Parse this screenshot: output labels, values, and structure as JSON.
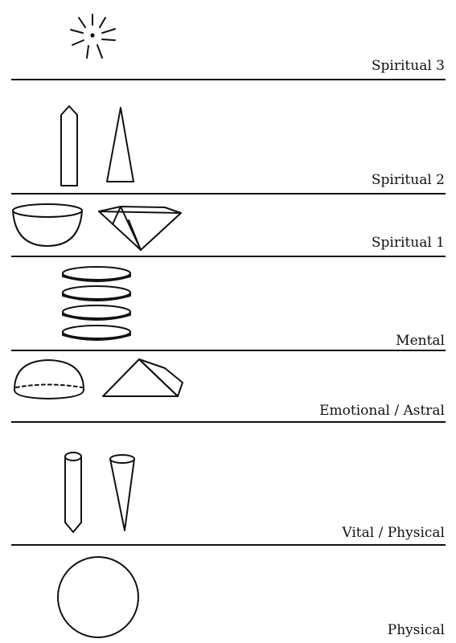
{
  "levels": [
    {
      "label": "Spiritual 3",
      "shapes": [
        "radiant-point"
      ]
    },
    {
      "label": "Spiritual 2",
      "shapes": [
        "tall-crystal",
        "tall-pyramid"
      ]
    },
    {
      "label": "Spiritual 1",
      "shapes": [
        "hemisphere-bowl",
        "inverted-pyramid"
      ]
    },
    {
      "label": "Mental",
      "shapes": [
        "stacked-discs"
      ]
    },
    {
      "label": "Emotional / Astral",
      "shapes": [
        "hemisphere-dome",
        "pyramid"
      ]
    },
    {
      "label": "Vital / Physical",
      "shapes": [
        "pointed-cylinder",
        "cone"
      ]
    },
    {
      "label": "Physical",
      "shapes": [
        "circle"
      ]
    }
  ],
  "colors": {
    "ink": "#111111",
    "background": "#ffffff"
  }
}
